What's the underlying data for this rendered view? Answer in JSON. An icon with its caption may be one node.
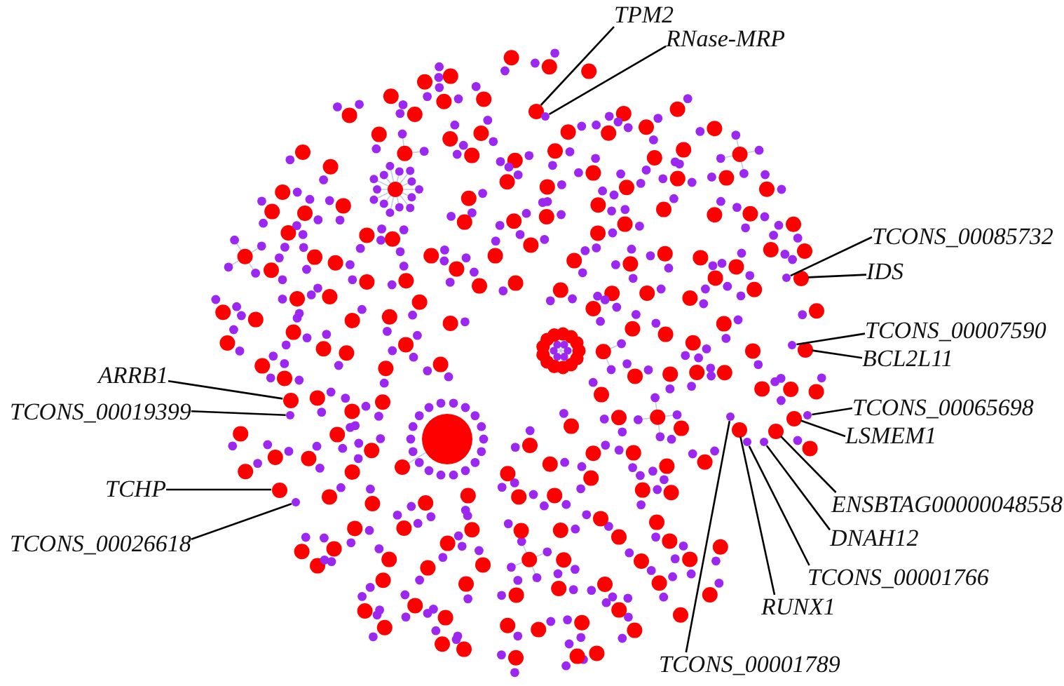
{
  "diagram": {
    "nodes": [
      {
        "text": [
          "TPM2"
        ]
      },
      {
        "text": [],
        "shape": "circle"
      },
      {
        "text": [
          "RNase-MRP"
        ]
      },
      {
        "text": [],
        "shape": "circle"
      },
      {
        "text": [
          "TCONS_00085732"
        ]
      },
      {
        "text": [],
        "shape": "circle"
      },
      {
        "text": [
          "IDS"
        ]
      },
      {
        "text": [],
        "shape": "circle"
      },
      {
        "text": [
          "TCONS_00007590"
        ]
      },
      {
        "text": [],
        "shape": "circle"
      },
      {
        "text": [
          "BCL2L11"
        ]
      },
      {
        "text": [],
        "shape": "circle"
      },
      {
        "text": [
          "ARRB1"
        ]
      },
      {
        "text": [],
        "shape": "circle"
      },
      {
        "text": [
          "TCONS_00065698"
        ]
      },
      {
        "text": [],
        "shape": "circle"
      },
      {
        "text": [
          "TCONS_00019399"
        ]
      },
      {
        "text": [],
        "shape": "circle"
      },
      {
        "text": [
          "LSMEM1"
        ]
      },
      {
        "text": [],
        "shape": "circle"
      },
      {
        "text": [
          "TCHP"
        ]
      },
      {
        "text": [],
        "shape": "circle"
      },
      {
        "text": [
          "ENSBTAG00000048558"
        ]
      },
      {
        "text": [],
        "shape": "circle"
      },
      {
        "text": [
          "DNAH12"
        ]
      },
      {
        "text": [],
        "shape": "circle"
      },
      {
        "text": [
          "TCONS_00026618"
        ]
      },
      {
        "text": [],
        "shape": "circle"
      },
      {
        "text": [
          "TCONS_00001766"
        ]
      },
      {
        "text": [],
        "shape": "circle"
      },
      {
        "text": [
          "RUNX1"
        ]
      },
      {
        "text": [],
        "shape": "circle"
      },
      {
        "text": [
          "TCONS_00001789"
        ]
      },
      {
        "text": [],
        "shape": "circle"
      }
    ],
    "edges": [
      {
        "from": 0,
        "to": 1,
        "arrow": "none"
      },
      {
        "from": 2,
        "to": 3,
        "arrow": "none"
      },
      {
        "from": 4,
        "to": 5,
        "arrow": "none"
      },
      {
        "from": 6,
        "to": 7,
        "arrow": "none"
      },
      {
        "from": 8,
        "to": 9,
        "arrow": "none"
      },
      {
        "from": 10,
        "to": 11,
        "arrow": "none"
      },
      {
        "from": 12,
        "to": 13,
        "arrow": "none"
      },
      {
        "from": 14,
        "to": 15,
        "arrow": "none"
      },
      {
        "from": 16,
        "to": 17,
        "arrow": "none"
      },
      {
        "from": 18,
        "to": 19,
        "arrow": "none"
      },
      {
        "from": 20,
        "to": 21,
        "arrow": "none"
      },
      {
        "from": 22,
        "to": 23,
        "arrow": "none"
      },
      {
        "from": 24,
        "to": 25,
        "arrow": "none"
      },
      {
        "from": 26,
        "to": 27,
        "arrow": "none"
      },
      {
        "from": 28,
        "to": 29,
        "arrow": "none"
      },
      {
        "from": 30,
        "to": 31,
        "arrow": "none"
      },
      {
        "from": 32,
        "to": 33,
        "arrow": "none"
      }
    ]
  }
}
